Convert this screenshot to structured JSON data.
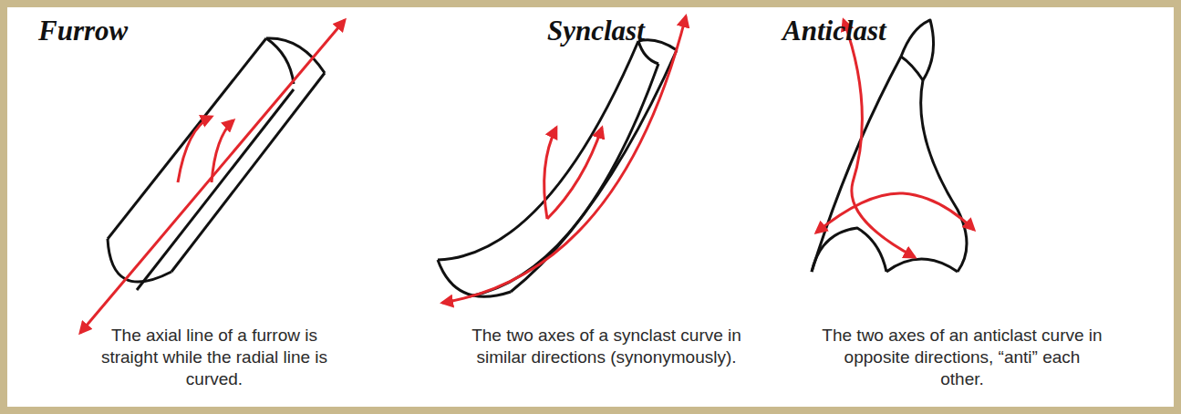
{
  "diagram": {
    "labels": [
      "Furrow",
      "The axial line of a furrow is straight while the radial line is curved.",
      "Synclast",
      "The two axes of a synclast curve in similar directions (synonymously).",
      "Anticlast",
      "The two axes of an anticlast curve in opposite directions, “anti” each other."
    ]
  }
}
